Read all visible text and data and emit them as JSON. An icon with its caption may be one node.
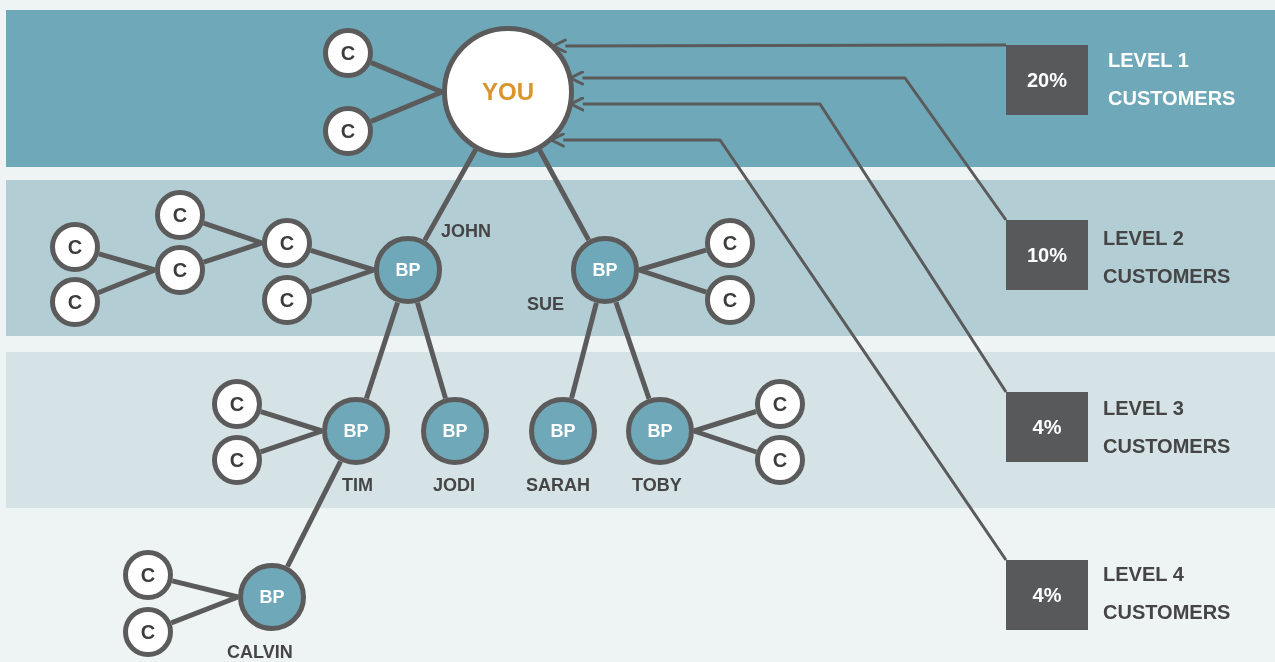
{
  "diagram": {
    "nodes": [
      {
        "text": [],
        "shape": "band"
      },
      {
        "text": [
          "C"
        ],
        "in": 0
      },
      {
        "text": [
          "C"
        ],
        "in": 0
      },
      {
        "text": [
          "YOU"
        ],
        "in": 0
      },
      {
        "text": [
          "20%"
        ],
        "beside": [
          "LEVEL 1 CUSTOMERS"
        ],
        "in": 0
      },
      {
        "text": [],
        "shape": "band"
      },
      {
        "text": [
          "C"
        ],
        "in": 5
      },
      {
        "text": [
          "C"
        ],
        "in": 5
      },
      {
        "text": [
          "C"
        ],
        "in": 5
      },
      {
        "text": [
          "C"
        ],
        "in": 5
      },
      {
        "text": [
          "C"
        ],
        "in": 5
      },
      {
        "text": [
          "C"
        ],
        "in": 5
      },
      {
        "text": [
          "BP"
        ],
        "beside": [
          "JOHN"
        ],
        "in": 5
      },
      {
        "text": [
          "BP"
        ],
        "beside": [
          "SUE"
        ],
        "in": 5
      },
      {
        "text": [
          "C"
        ],
        "in": 5
      },
      {
        "text": [
          "C"
        ],
        "in": 5
      },
      {
        "text": [
          "10%"
        ],
        "beside": [
          "LEVEL 2 CUSTOMERS"
        ],
        "in": 5
      },
      {
        "text": [],
        "shape": "band"
      },
      {
        "text": [
          "C"
        ],
        "in": 17
      },
      {
        "text": [
          "C"
        ],
        "in": 17
      },
      {
        "text": [
          "BP"
        ],
        "beside": [
          "TIM"
        ],
        "in": 17
      },
      {
        "text": [
          "BP"
        ],
        "beside": [
          "JODI"
        ],
        "in": 17
      },
      {
        "text": [
          "BP"
        ],
        "beside": [
          "SARAH"
        ],
        "in": 17
      },
      {
        "text": [
          "BP"
        ],
        "beside": [
          "TOBY"
        ],
        "in": 17
      },
      {
        "text": [
          "C"
        ],
        "in": 17
      },
      {
        "text": [
          "C"
        ],
        "in": 17
      },
      {
        "text": [
          "4%"
        ],
        "beside": [
          "LEVEL 3 CUSTOMERS"
        ],
        "in": 17
      },
      {
        "text": [
          "C"
        ]
      },
      {
        "text": [
          "C"
        ]
      },
      {
        "text": [
          "BP"
        ],
        "beside": [
          "CALVIN"
        ]
      },
      {
        "text": [
          "4%"
        ],
        "beside": [
          "LEVEL 4 CUSTOMERS"
        ]
      }
    ],
    "edges": [
      {
        "from": 3,
        "to": 1,
        "arrow": "none"
      },
      {
        "from": 3,
        "to": 2,
        "arrow": "none"
      },
      {
        "from": 3,
        "to": 12,
        "arrow": "none"
      },
      {
        "from": 3,
        "to": 13,
        "arrow": "none"
      },
      {
        "from": 12,
        "to": 10,
        "arrow": "none"
      },
      {
        "from": 12,
        "to": 11,
        "arrow": "none"
      },
      {
        "from": 10,
        "to": 8,
        "arrow": "none"
      },
      {
        "from": 10,
        "to": 9,
        "arrow": "none"
      },
      {
        "from": 9,
        "to": 6,
        "arrow": "none"
      },
      {
        "from": 9,
        "to": 7,
        "arrow": "none"
      },
      {
        "from": 13,
        "to": 14,
        "arrow": "none"
      },
      {
        "from": 13,
        "to": 15,
        "arrow": "none"
      },
      {
        "from": 12,
        "to": 20,
        "arrow": "none"
      },
      {
        "from": 12,
        "to": 21,
        "arrow": "none"
      },
      {
        "from": 13,
        "to": 22,
        "arrow": "none"
      },
      {
        "from": 13,
        "to": 23,
        "arrow": "none"
      },
      {
        "from": 20,
        "to": 18,
        "arrow": "none"
      },
      {
        "from": 20,
        "to": 19,
        "arrow": "none"
      },
      {
        "from": 23,
        "to": 24,
        "arrow": "none"
      },
      {
        "from": 23,
        "to": 25,
        "arrow": "none"
      },
      {
        "from": 20,
        "to": 29,
        "arrow": "none"
      },
      {
        "from": 29,
        "to": 27,
        "arrow": "none"
      },
      {
        "from": 29,
        "to": 28,
        "arrow": "none"
      },
      {
        "from": 4,
        "to": 3,
        "arrow": "to"
      },
      {
        "from": 16,
        "to": 3,
        "arrow": "to"
      },
      {
        "from": 26,
        "to": 3,
        "arrow": "to"
      },
      {
        "from": 30,
        "to": 3,
        "arrow": "to"
      }
    ]
  }
}
